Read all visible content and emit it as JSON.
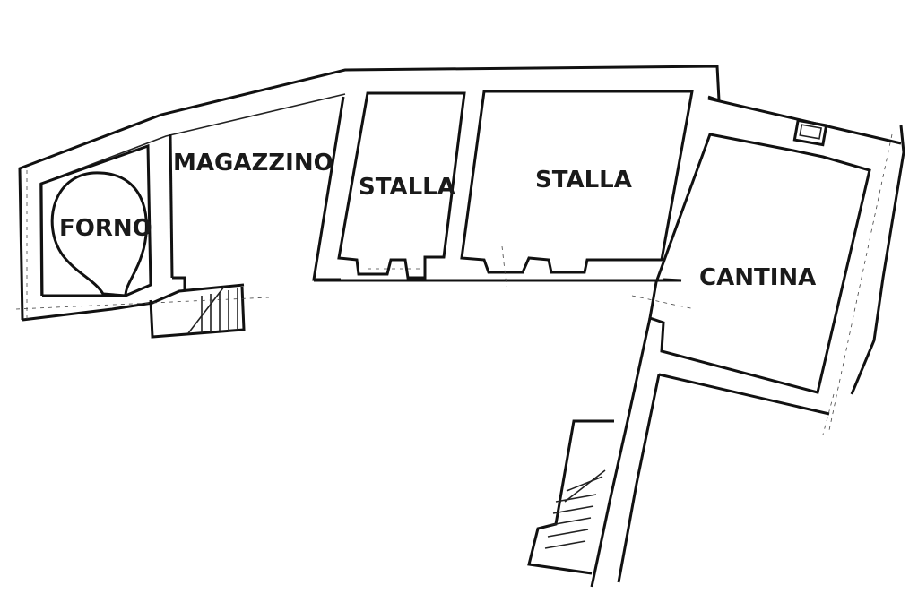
{
  "rooms": {
    "forno": "FORNO",
    "magazzino": "MAGAZZINO",
    "stalla_1": "STALLA",
    "stalla_2": "STALLA",
    "cantina": "CANTINA"
  },
  "colors": {
    "wall": "#111111",
    "background": "#ffffff",
    "label": "#1a1a1a"
  }
}
